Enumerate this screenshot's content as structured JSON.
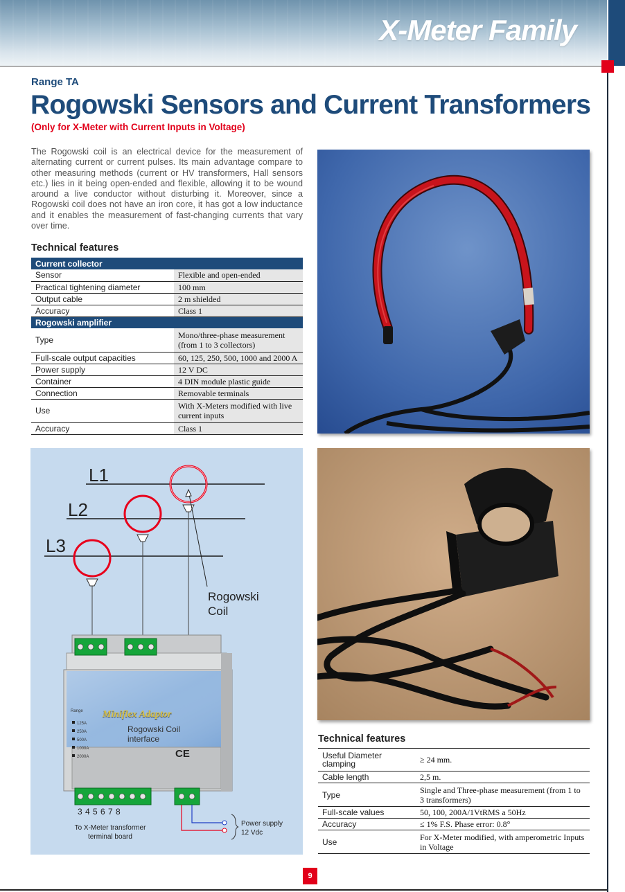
{
  "header": {
    "banner_title": "X-Meter Family"
  },
  "range_label": "Range TA",
  "title": "Rogowski Sensors and Current Transformers",
  "subtitle": "(Only for X-Meter with Current Inputs in Voltage)",
  "intro": "The Rogowski coil is an electrical device for the measurement of alternating current or current pulses. Its main advantage compare to other measuring methods (current or HV transformers, Hall sensors etc.) lies in it being open-ended and flexible, allowing it to be wound around a live conductor without disturbing it. Moreover, since a Rogowski coil does not have an iron core, it has got a low inductance and it enables the measurement of fast-changing currents that vary over time.",
  "spec1": {
    "heading": "Technical features",
    "group1_title": "Current collector",
    "group1": [
      {
        "label": "Sensor",
        "value": "Flexible and open-ended"
      },
      {
        "label": "Practical tightening diameter",
        "value": "100 mm"
      },
      {
        "label": "Output cable",
        "value": "2 m shielded"
      },
      {
        "label": "Accuracy",
        "value": "Class 1"
      }
    ],
    "group2_title": "Rogowski amplifier",
    "group2": [
      {
        "label": "Type",
        "value": "Mono/three-phase measurement (from 1 to 3 collectors)"
      },
      {
        "label": "Full-scale output capacities",
        "value": "60, 125, 250, 500, 1000 and 2000 A"
      },
      {
        "label": "Power supply",
        "value": "12 V DC"
      },
      {
        "label": "Container",
        "value": "4 DIN module plastic guide"
      },
      {
        "label": "Connection",
        "value": "Removable terminals"
      },
      {
        "label": "Use",
        "value": "With X-Meters modified with live current inputs"
      },
      {
        "label": "Accuracy",
        "value": "Class 1"
      }
    ]
  },
  "diagram": {
    "phase_l1": "L1",
    "phase_l2": "L2",
    "phase_l3": "L3",
    "coil_label_1": "Rogowski",
    "coil_label_2": "Coil",
    "adapter_name": "Miniflex Adaptor",
    "adapter_sub_1": "Rogowski Coil",
    "adapter_sub_2": "interface",
    "range_heading": "Range",
    "range_values": [
      "125A",
      "250A",
      "500A",
      "1000A",
      "2000A"
    ],
    "ce_mark": "CE",
    "terminal_numbers": "3 4 5 6 7 8",
    "terminal_caption_1": "To X-Meter transformer",
    "terminal_caption_2": "terminal board",
    "power_caption_1": "Power supply",
    "power_caption_2": "12 Vdc"
  },
  "spec2": {
    "heading": "Technical features",
    "rows": [
      {
        "label": "Useful Diameter clamping",
        "value": "≥ 24 mm."
      },
      {
        "label": "Cable length",
        "value": "2,5 m."
      },
      {
        "label": "Type",
        "value": "Single and Three-phase measurement (from 1 to 3 transformers)"
      },
      {
        "label": "Full-scale values",
        "value": "50, 100, 200A/1VtRMS  a 50Hz"
      },
      {
        "label": "Accuracy",
        "value": "≤ 1% F.S. Phase error: 0.8°"
      },
      {
        "label": "Use",
        "value": "For X-Meter modified, with amperometric Inputs in Voltage"
      }
    ]
  },
  "page_number": "9",
  "colors": {
    "brand_blue": "#1e4b7a",
    "accent_red": "#e2001a",
    "diagram_bg": "#c6daee"
  }
}
